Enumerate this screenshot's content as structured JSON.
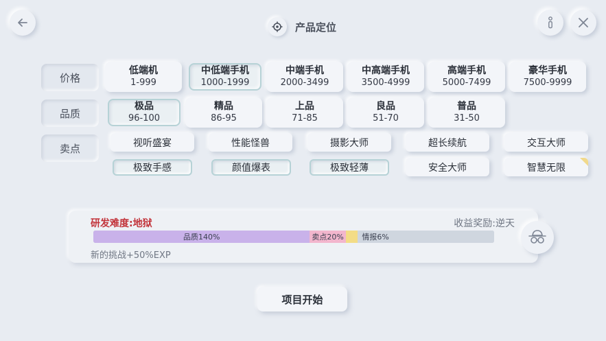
{
  "header": {
    "title": "产品定位",
    "back_icon": "arrow-left-icon",
    "info_icon": "info-icon",
    "close_icon": "close-icon",
    "title_icon": "target-icon"
  },
  "rows": {
    "price_label": "价格",
    "quality_label": "品质",
    "selling_label": "卖点"
  },
  "price": [
    {
      "title": "低端机",
      "range": "1-999"
    },
    {
      "title": "中低端手机",
      "range": "1000-1999",
      "selected": true
    },
    {
      "title": "中端手机",
      "range": "2000-3499"
    },
    {
      "title": "中高端手机",
      "range": "3500-4999"
    },
    {
      "title": "高端手机",
      "range": "5000-7499"
    },
    {
      "title": "豪华手机",
      "range": "7500-9999"
    }
  ],
  "quality": [
    {
      "title": "极品",
      "range": "96-100",
      "selected": true
    },
    {
      "title": "精品",
      "range": "86-95"
    },
    {
      "title": "上品",
      "range": "71-85"
    },
    {
      "title": "良品",
      "range": "51-70"
    },
    {
      "title": "普品",
      "range": "31-50"
    }
  ],
  "selling_points": [
    {
      "label": "视听盛宴"
    },
    {
      "label": "性能怪兽"
    },
    {
      "label": "摄影大师"
    },
    {
      "label": "超长续航"
    },
    {
      "label": "交互大师"
    },
    {
      "label": "极致手感",
      "selected": true
    },
    {
      "label": "颜值爆表",
      "selected": true
    },
    {
      "label": "极致轻薄",
      "selected": true
    },
    {
      "label": "安全大师"
    },
    {
      "label": "智慧无限",
      "tagged": true
    }
  ],
  "summary": {
    "difficulty": "研发难度:地狱",
    "reward": "收益奖励:逆天",
    "challenge": "新的挑战+50%EXP",
    "segments": [
      {
        "label": "品质140%",
        "fraction": 0.54,
        "color": "#c9b2ea"
      },
      {
        "label": "卖点20%",
        "fraction": 0.09,
        "color": "#f2b6cd"
      },
      {
        "label": "",
        "fraction": 0.03,
        "color": "#f3dc86"
      },
      {
        "label": "情报6%",
        "fraction": 0.34,
        "color": "#cfd6df"
      }
    ],
    "agent_icon": "spy-icon"
  },
  "start_button": "项目开始"
}
